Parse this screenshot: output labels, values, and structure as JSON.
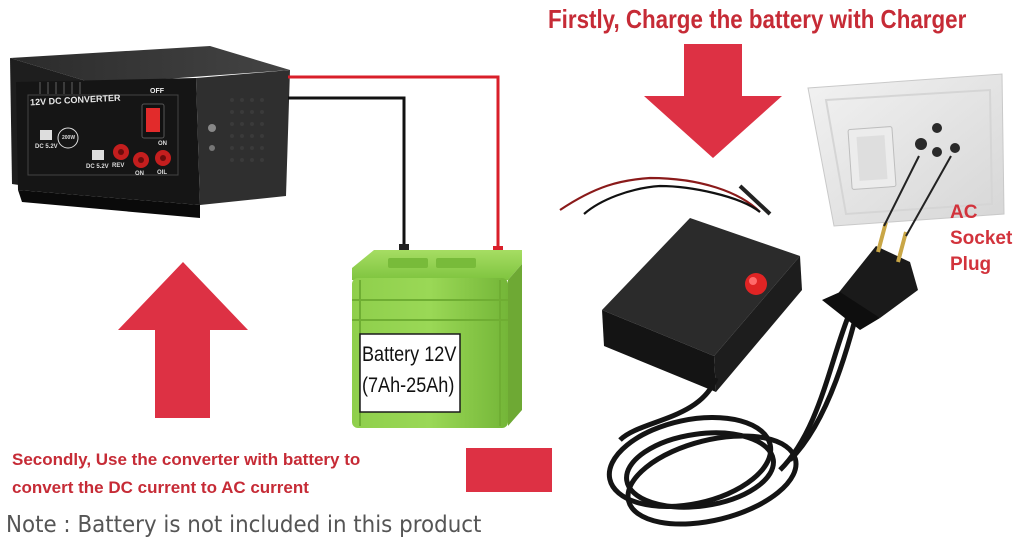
{
  "colors": {
    "accent_red": "#dd3144",
    "text_red": "#c62b36",
    "battery_green": "#8bcf49",
    "charger_black": "#1b1b1b"
  },
  "instructions": {
    "step1": "Firstly, Charge the battery with Charger",
    "step2_line1": "Secondly, Use the converter with battery to",
    "step2_line2": "convert the DC current to AC current",
    "note": "Note : Battery is not included in this product"
  },
  "converter": {
    "panel_title": "12V DC CONVERTER",
    "switch_label": "OFF",
    "usb1_label": "DC 5.2V",
    "usb2_label": "DC 5.2V",
    "badge": "200W",
    "port_rev": "REV",
    "port_on": "ON",
    "port_on2": "ON",
    "port_oil": "OIL"
  },
  "battery": {
    "label_line1": "Battery 12V",
    "label_line2": "(7Ah-25Ah)"
  },
  "socket": {
    "label_line1": "AC",
    "label_line2": "Socket",
    "label_line3": "Plug"
  }
}
